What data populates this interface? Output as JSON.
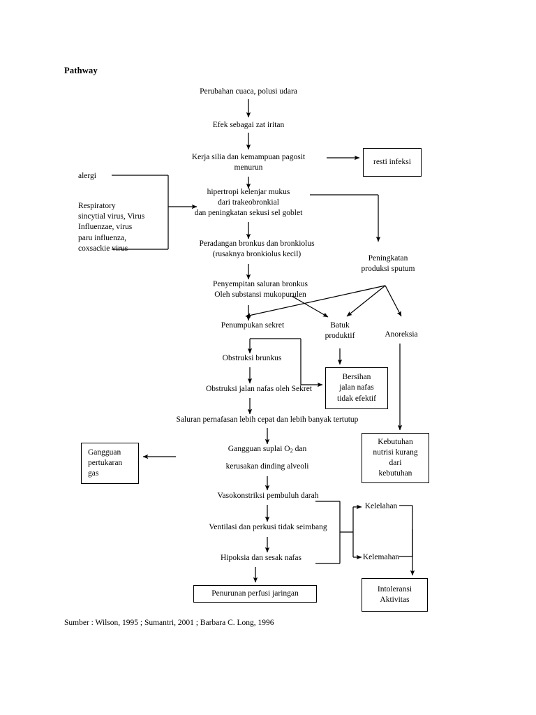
{
  "page": {
    "title": "Pathway",
    "source_note": "Sumber : Wilson, 1995 ;  Sumantri, 2001  ;  Barbara C. Long, 1996",
    "background_color": "#ffffff",
    "ink_color": "#000000"
  },
  "chart_data": {
    "type": "diagram",
    "title": "Pathway",
    "subtitle": "",
    "diagram_kind": "flowchart",
    "orientation": "top-to-bottom",
    "nodes": [
      {
        "id": "n1",
        "label": "Perubahan cuaca, polusi udara",
        "shape": "plain",
        "column": "main"
      },
      {
        "id": "n2",
        "label": "Efek sebagai zat iritan",
        "shape": "plain",
        "column": "main"
      },
      {
        "id": "n3",
        "label": "Kerja silia dan kemampuan pagosit\nmenurun",
        "shape": "plain",
        "column": "main"
      },
      {
        "id": "n4",
        "label": "resti infeksi",
        "shape": "box",
        "column": "right"
      },
      {
        "id": "n5",
        "label": "alergi",
        "shape": "plain",
        "column": "left"
      },
      {
        "id": "n6",
        "label": "Respiratory\nsincytial virus, Virus\nInfluenzae, virus\nparu influenza,\ncoxsackie virus",
        "shape": "plain",
        "column": "left"
      },
      {
        "id": "n7",
        "label": "hipertropi kelenjar mukus\ndari trakeobronkial\ndan peningkatan sekusi sel goblet",
        "shape": "plain",
        "column": "main"
      },
      {
        "id": "n8",
        "label": "Peradangan bronkus dan bronkiolus\n(rusaknya bronkiolus kecil)",
        "shape": "plain",
        "column": "main"
      },
      {
        "id": "n9",
        "label": "Peningkatan\nproduksi sputum",
        "shape": "plain",
        "column": "right"
      },
      {
        "id": "n10",
        "label": "Penyempitan saluran bronkus\nOleh substansi mukopurulen",
        "shape": "plain",
        "column": "main"
      },
      {
        "id": "n11",
        "label": "Penumpukan sekret",
        "shape": "plain",
        "column": "main"
      },
      {
        "id": "n12",
        "label": "Batuk\nproduktif",
        "shape": "plain",
        "column": "center-right"
      },
      {
        "id": "n13",
        "label": "Anoreksia",
        "shape": "plain",
        "column": "right"
      },
      {
        "id": "n14",
        "label": "Obstruksi brunkus",
        "shape": "plain",
        "column": "main"
      },
      {
        "id": "n15",
        "label": "Bersihan\njalan nafas\ntidak efektif",
        "shape": "box",
        "column": "center-right"
      },
      {
        "id": "n16",
        "label": "Obstruksi jalan nafas oleh Sekret",
        "shape": "plain",
        "column": "main"
      },
      {
        "id": "n17",
        "label": "Saluran pernafasan lebih cepat dan lebih banyak tertutup",
        "shape": "plain",
        "column": "main"
      },
      {
        "id": "n18",
        "label": "Gangguan\npertukaran\ngas",
        "shape": "box",
        "column": "far-left"
      },
      {
        "id": "n19",
        "label": "Gangguan suplai O2 dan",
        "shape": "plain",
        "column": "main",
        "has_subscript": true
      },
      {
        "id": "n20",
        "label": "kerusakan dinding alveoli",
        "shape": "plain",
        "column": "main"
      },
      {
        "id": "n21",
        "label": "Kebutuhan\nnutrisi kurang\ndari\nkebutuhan",
        "shape": "box",
        "column": "right"
      },
      {
        "id": "n22",
        "label": "Vasokonstriksi pembuluh darah",
        "shape": "plain",
        "column": "main"
      },
      {
        "id": "n23",
        "label": "Kelelahan",
        "shape": "plain",
        "column": "right"
      },
      {
        "id": "n24",
        "label": "Ventilasi dan perkusi tidak seimbang",
        "shape": "plain",
        "column": "main"
      },
      {
        "id": "n25",
        "label": "Kelemahan",
        "shape": "plain",
        "column": "right"
      },
      {
        "id": "n26",
        "label": "Hipoksia dan sesak nafas",
        "shape": "plain",
        "column": "main"
      },
      {
        "id": "n27",
        "label": "Penurunan perfusi jaringan",
        "shape": "box",
        "column": "main"
      },
      {
        "id": "n28",
        "label": "Intoleransi\nAktivitas",
        "shape": "box",
        "column": "right"
      }
    ],
    "edges": [
      {
        "from": "n1",
        "to": "n2",
        "style": "arrow-down"
      },
      {
        "from": "n2",
        "to": "n3",
        "style": "arrow-down"
      },
      {
        "from": "n3",
        "to": "n4",
        "style": "arrow-right"
      },
      {
        "from": "n3",
        "to": "n7",
        "style": "arrow-down"
      },
      {
        "from": "n5",
        "to": "n7",
        "style": "bracket-right"
      },
      {
        "from": "n6",
        "to": "n7",
        "style": "bracket-right"
      },
      {
        "from": "n7",
        "to": "n9",
        "style": "elbow-down-right"
      },
      {
        "from": "n7",
        "to": "n8",
        "style": "arrow-down"
      },
      {
        "from": "n8",
        "to": "n10",
        "style": "arrow-down"
      },
      {
        "from": "n9",
        "to": "n11",
        "style": "arrow-diagonal"
      },
      {
        "from": "n9",
        "to": "n12",
        "style": "arrow-diagonal"
      },
      {
        "from": "n9",
        "to": "n13",
        "style": "arrow-diagonal"
      },
      {
        "from": "n10",
        "to": "n11",
        "style": "arrow-down"
      },
      {
        "from": "n10",
        "to": "n12",
        "style": "arrow-diagonal"
      },
      {
        "from": "n11",
        "to": "n14",
        "style": "arrow-down"
      },
      {
        "from": "n11",
        "to": "n15",
        "style": "elbow-right-down"
      },
      {
        "from": "n12",
        "to": "n15",
        "style": "arrow-down"
      },
      {
        "from": "n13",
        "to": "n21",
        "style": "arrow-down"
      },
      {
        "from": "n14",
        "to": "n16",
        "style": "arrow-down"
      },
      {
        "from": "n16",
        "to": "n17",
        "style": "arrow-down"
      },
      {
        "from": "n17",
        "to": "n19",
        "style": "arrow-down"
      },
      {
        "from": "n19",
        "to": "n18",
        "style": "arrow-left"
      },
      {
        "from": "n20",
        "to": "n22",
        "style": "arrow-down"
      },
      {
        "from": "n22",
        "to": "n24",
        "style": "arrow-down"
      },
      {
        "from": "n22",
        "to": "n23",
        "style": "bracket-right"
      },
      {
        "from": "n24",
        "to": "n26",
        "style": "arrow-down"
      },
      {
        "from": "n24",
        "to": "n25",
        "style": "bracket-right"
      },
      {
        "from": "n26",
        "to": "n27",
        "style": "arrow-down"
      },
      {
        "from": "n23",
        "to": "n28",
        "style": "bracket-down"
      },
      {
        "from": "n25",
        "to": "n28",
        "style": "bracket-down"
      }
    ]
  }
}
